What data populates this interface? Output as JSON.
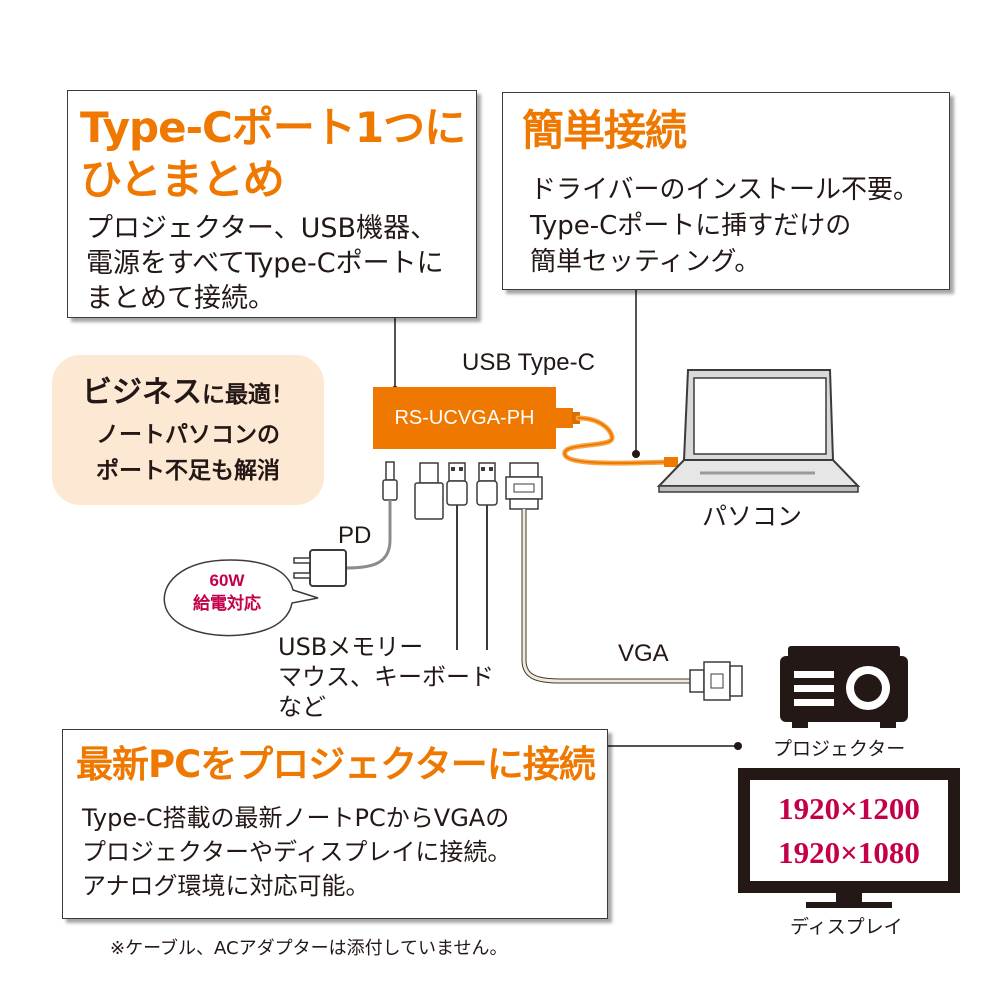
{
  "box1": {
    "title_line1": "Type-Cポート1つに",
    "title_line2": "ひとまとめ",
    "text_line1": "プロジェクター、USB機器、",
    "text_line2": "電源をすべてType-Cポートに",
    "text_line3": "まとめて接続。"
  },
  "box2": {
    "title": "簡単接続",
    "text_line1": "ドライバーのインストール不要。",
    "text_line2": "Type-Cポートに挿すだけの",
    "text_line3": "簡単セッティング。"
  },
  "business": {
    "emphasis": "ビジネス",
    "suffix": "に最適！",
    "line2": "ノートパソコンの",
    "line3": "ポート不足も解消"
  },
  "adapter": {
    "model": "RS-UCVGA-PH"
  },
  "labels": {
    "usb_type_c": "USB Type-C",
    "pc": "パソコン",
    "pd": "PD",
    "vga": "VGA",
    "usb_line1": "USBメモリー",
    "usb_line2": "マウス、キーボード",
    "usb_line3": "など",
    "projector": "プロジェクター",
    "display": "ディスプレイ"
  },
  "power_bubble": {
    "line1": "60W",
    "line2": "給電対応"
  },
  "box3": {
    "title": "最新PCをプロジェクターに接続",
    "text_line1": "Type-C搭載の最新ノートPCからVGAの",
    "text_line2": "プロジェクターやディスプレイに接続。",
    "text_line3": "アナログ環境に対応可能。"
  },
  "resolutions": {
    "res1": "1920×1200",
    "res2": "1920×1080"
  },
  "footnote": "※ケーブル、ACアダプターは添付していません。",
  "colors": {
    "orange": "#ee7800",
    "crimson": "#c4004a",
    "beige": "#fde9d3",
    "cable": "#8c8c8c"
  }
}
